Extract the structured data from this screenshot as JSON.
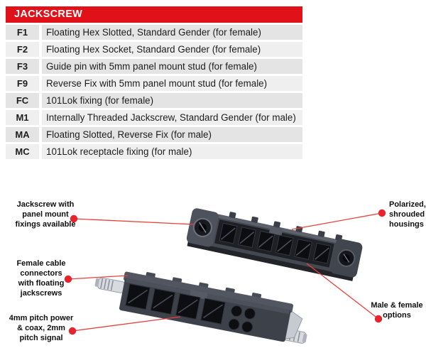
{
  "table": {
    "title": "JACKSCREW",
    "rows": [
      {
        "code": "F1",
        "desc": "Floating Hex Slotted, Standard Gender (for female)"
      },
      {
        "code": "F2",
        "desc": "Floating Hex Socket, Standard Gender (for female)"
      },
      {
        "code": "F3",
        "desc": "Guide pin with 5mm panel mount stud (for female)"
      },
      {
        "code": "F9",
        "desc": "Reverse Fix with 5mm panel mount stud (for female)"
      },
      {
        "code": "FC",
        "desc": "101Lok fixing (for female)"
      },
      {
        "code": "M1",
        "desc": "Internally Threaded Jackscrew, Standard Gender (for male)"
      },
      {
        "code": "MA",
        "desc": "Floating Slotted, Reverse Fix (for male)"
      },
      {
        "code": "MC",
        "desc": "101Lok receptacle fixing (for male)"
      }
    ]
  },
  "diagram": {
    "callouts": {
      "jackscrew_fixings": {
        "lines": [
          "Jackscrew with",
          "panel mount",
          "fixings available"
        ]
      },
      "polarized_housings": {
        "lines": [
          "Polarized,",
          "shrouded",
          "housings"
        ]
      },
      "female_connectors": {
        "lines": [
          "Female cable",
          "connectors",
          "with floating",
          "jackscrews"
        ]
      },
      "pitch_info": {
        "lines": [
          "4mm pitch power",
          "& coax, 2mm",
          "pitch signal"
        ]
      },
      "male_female": {
        "lines": [
          "Male & female",
          "options"
        ]
      }
    }
  },
  "colors": {
    "accent_red": "#e01119",
    "callout_line_red": "#e8413c",
    "callout_dot_red": "#e8232b",
    "row_dark": "#e4e4e4",
    "row_light": "#efefef",
    "text": "#1d1d1b",
    "connector_body": "#41454e",
    "connector_cavity": "#0d0e12",
    "screw_silver": "#d7dade"
  }
}
